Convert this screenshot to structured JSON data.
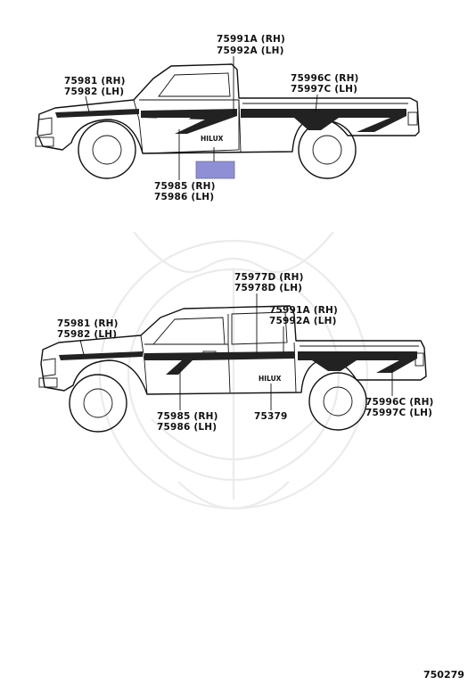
{
  "diagram": {
    "truck1": {
      "callouts": {
        "stripe_door": [
          "75991A (RH)",
          "75992A (LH)"
        ],
        "stripe_front": [
          "75981 (RH)",
          "75982 (LH)"
        ],
        "stripe_rear": [
          "75996C (RH)",
          "75997C (LH)"
        ],
        "emblem": [
          "75985 (RH)",
          "75986 (LH)"
        ]
      },
      "emblem_text": "HILUX"
    },
    "truck2": {
      "callouts": {
        "stripe_cab": [
          "75977D (RH)",
          "75978D (LH)"
        ],
        "stripe_door": [
          "75991A (RH)",
          "75992A (LH)"
        ],
        "stripe_front": [
          "75981 (RH)",
          "75982 (LH)"
        ],
        "emblem": [
          "75985 (RH)",
          "75986 (LH)"
        ],
        "emblem_part": "75379",
        "stripe_rear": [
          "75996C (RH)",
          "75997C (LH)"
        ]
      },
      "emblem_text": "HILUX"
    },
    "highlight_color": "#8f8fd6",
    "reference_number": "750279"
  }
}
